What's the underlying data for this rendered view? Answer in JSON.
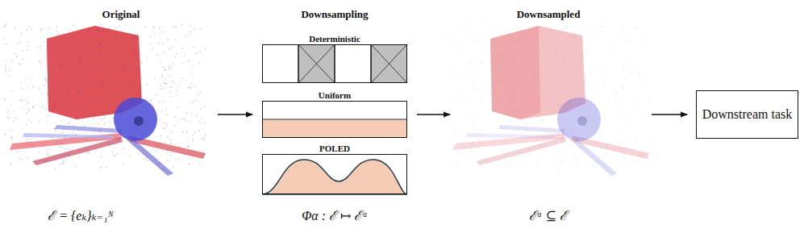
{
  "diagram": {
    "nodes": [
      {
        "text": [
          "Deterministic"
        ]
      },
      {
        "text": [
          "Uniform"
        ]
      },
      {
        "text": [
          "POLED"
        ]
      },
      {
        "text": [
          "Downstream task"
        ]
      }
    ],
    "labels": [
      "Original",
      "Downsampling",
      "Downsampled",
      "ℰ = {eₖ}ₖ₌₁ᴺ",
      "Φα : ℰ ↦ ℰᵅ",
      "ℰᵅ ⊆ ℰ"
    ]
  }
}
